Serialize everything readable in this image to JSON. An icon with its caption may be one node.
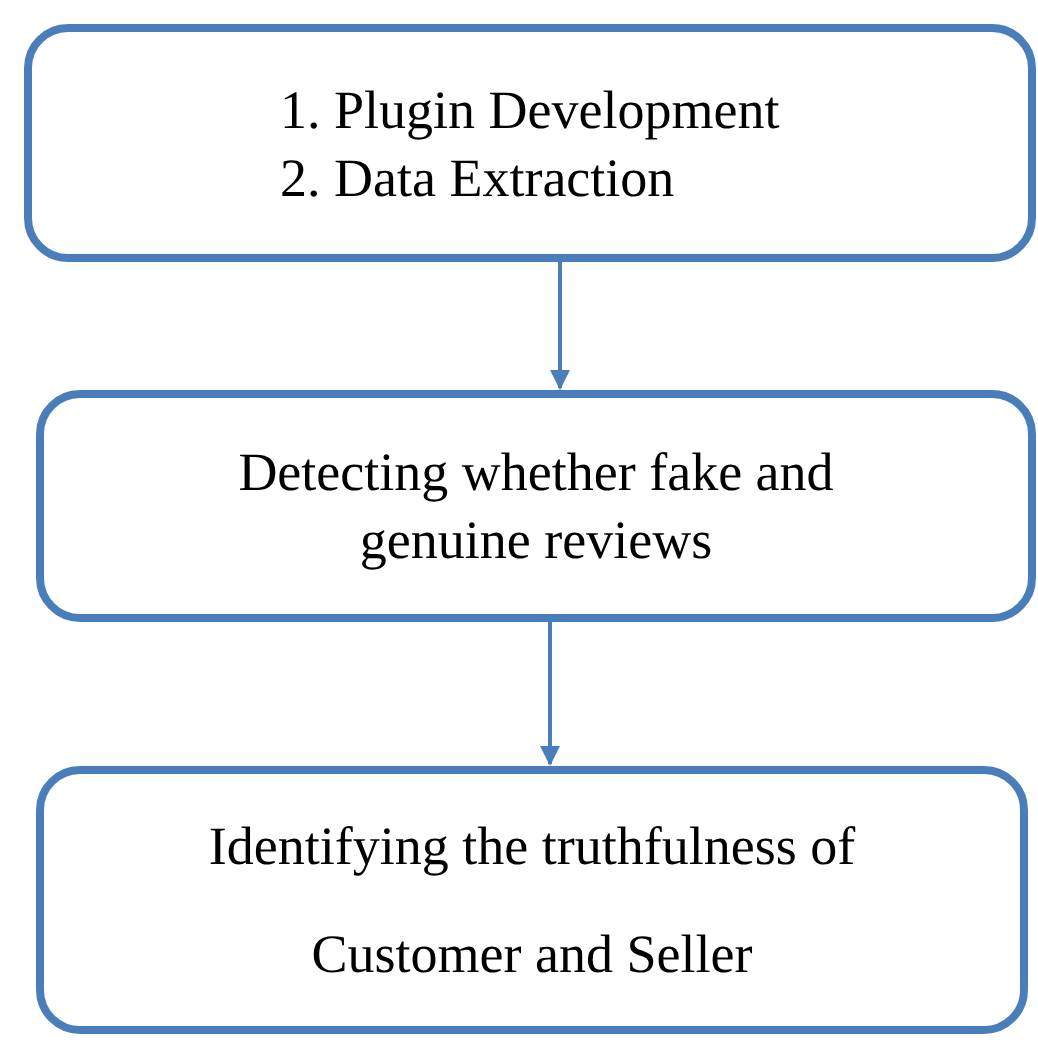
{
  "diagram": {
    "nodes": [
      {
        "text": [
          "1. Plugin Development",
          "2. Data Extraction"
        ]
      },
      {
        "text": [
          "Detecting whether fake and genuine reviews"
        ]
      },
      {
        "text": [
          "Identifying the truthfulness of Customer and Seller"
        ]
      }
    ],
    "edges": [
      {
        "from": 0,
        "to": 1,
        "arrow": "to"
      },
      {
        "from": 1,
        "to": 2,
        "arrow": "to"
      }
    ]
  }
}
